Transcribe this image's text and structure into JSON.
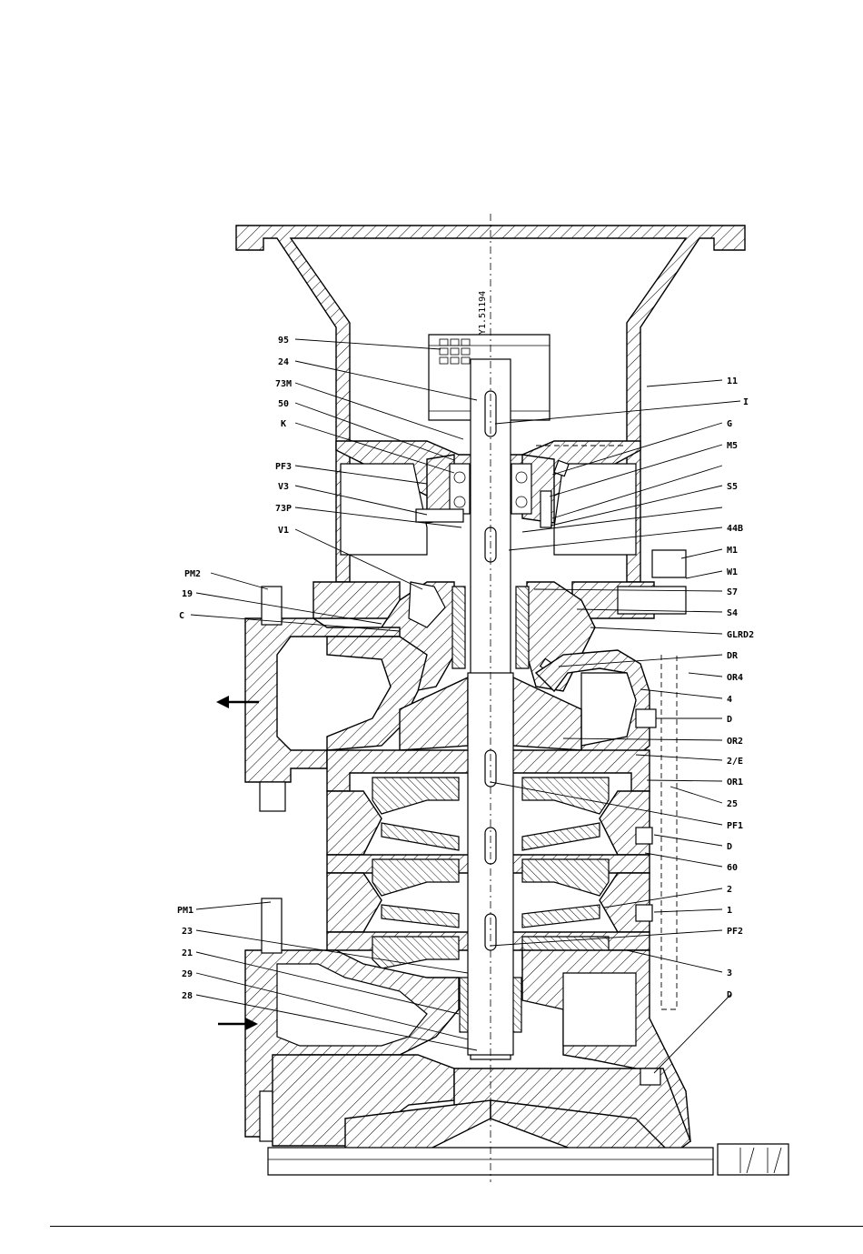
{
  "drawing": {
    "reference": "Y1.51194",
    "labels_left": [
      "95",
      "24",
      "73M",
      "50",
      "K",
      "PF3",
      "V3",
      "73P",
      "V1",
      "PM2",
      "19",
      "C",
      "PM1",
      "23",
      "21",
      "29",
      "28"
    ],
    "labels_right": [
      "11",
      "I",
      "G",
      "M5",
      "",
      "S5",
      "",
      "44B",
      "M1",
      "W1",
      "S7",
      "S4",
      "GLRD2",
      "DR",
      "OR4",
      "4",
      "D",
      "OR2",
      "2/E",
      "OR1",
      "25",
      "PF1",
      "D",
      "60",
      "2",
      "1",
      "PF2",
      "3",
      "D"
    ],
    "flow_arrows": [
      "outlet-arrow",
      "inlet-arrow"
    ]
  }
}
